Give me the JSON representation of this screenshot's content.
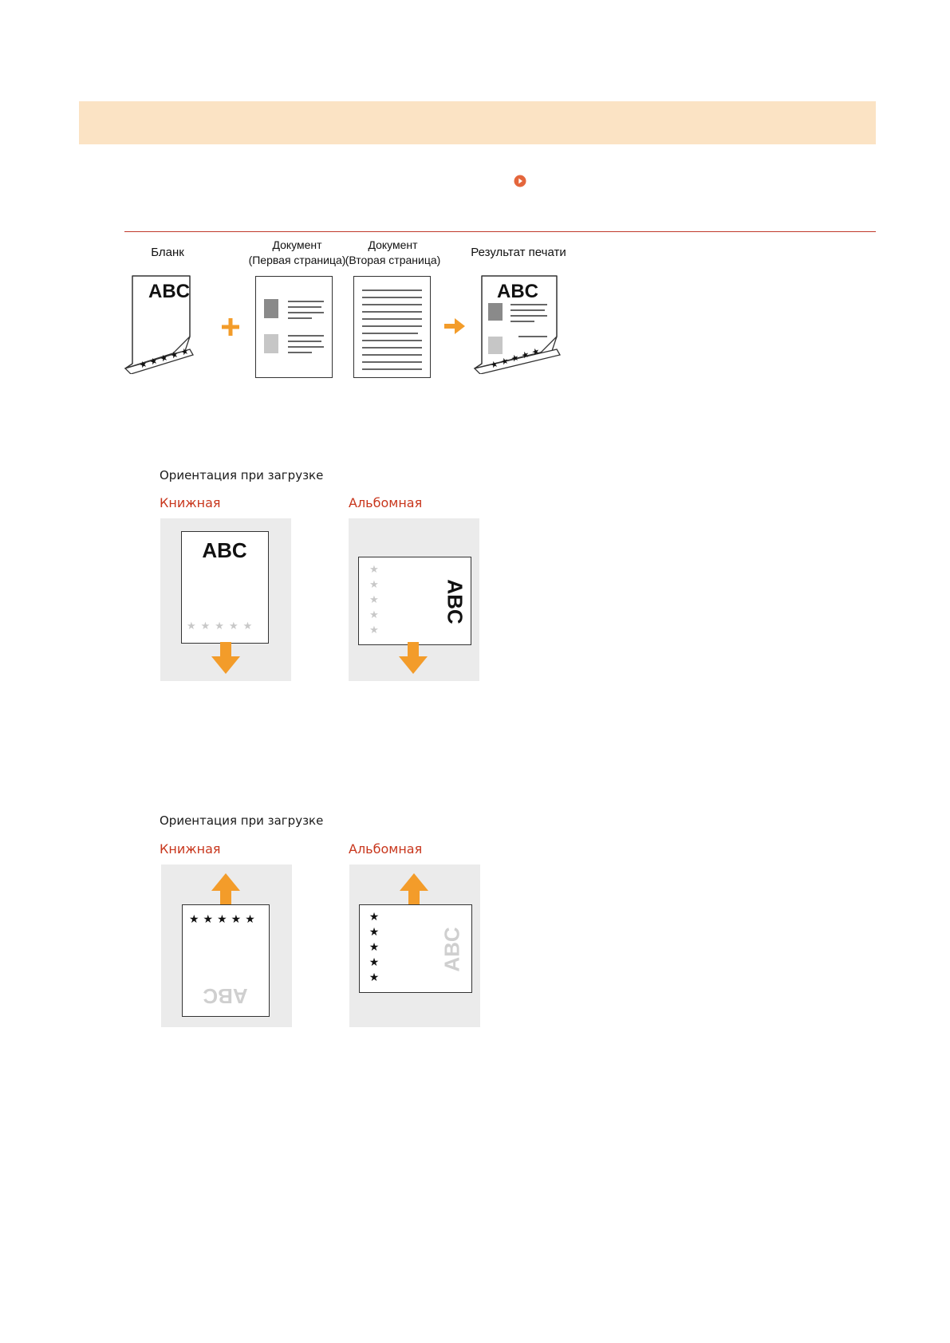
{
  "banner": {
    "color": "#fbe3c4"
  },
  "link_icon": {
    "name": "circle-arrow-right-icon",
    "color": "#e4663c"
  },
  "figure1": {
    "labels": {
      "blank": "Бланк",
      "doc1_line1": "Документ",
      "doc1_line2": "(Первая страница)",
      "doc2_line1": "Документ",
      "doc2_line2": "(Вторая страница)",
      "result": "Результат печати"
    },
    "paper_text": "ABC",
    "plus_icon": "plus-icon",
    "arrow_icon": "arrow-right-icon",
    "accent": "#f39c2a"
  },
  "section1": {
    "title": "Ориентация при загрузке",
    "portrait_label": "Книжная",
    "landscape_label": "Альбомная",
    "paper_text": "ABC",
    "arrow_icon": "arrow-down-icon"
  },
  "section2": {
    "title": "Ориентация при загрузке",
    "portrait_label": "Книжная",
    "landscape_label": "Альбомная",
    "paper_text": "ABC",
    "arrow_icon": "arrow-up-icon"
  }
}
